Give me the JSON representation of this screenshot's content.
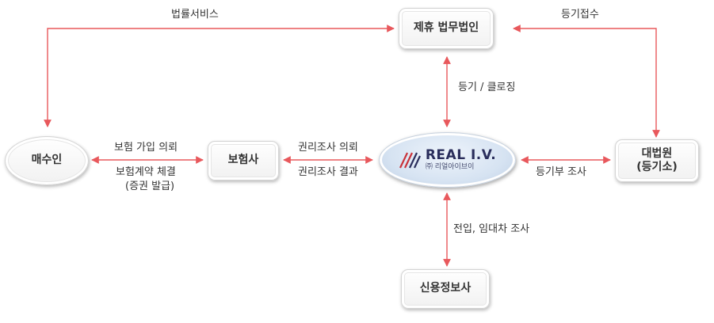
{
  "nodes": {
    "partner_law_firm": "제휴 법무법인",
    "buyer": "매수인",
    "insurer": "보험사",
    "court_line1": "대법원",
    "court_line2": "(등기소)",
    "credit_agency": "신용정보사"
  },
  "center": {
    "brand_name": "REAL I.V.",
    "brand_sub": "㈜ 리얼아이브이"
  },
  "edges": {
    "legal_service": "법률서비스",
    "registration_filing": "등기접수",
    "registration_closing": "등기 / 클로징",
    "insurance_application": "보험 가입 의뢰",
    "insurance_contract_line1": "보험계약 체결",
    "insurance_contract_line2": "(증권 발급)",
    "title_search_request": "권리조사 의뢰",
    "title_search_result": "권리조사 결과",
    "registry_check": "등기부 조사",
    "occupancy_check": "전입, 임대차 조사"
  },
  "colors": {
    "arrow": "#e8585c",
    "brand": "#2a2e5c",
    "brand_stripes": "#c9323a"
  }
}
